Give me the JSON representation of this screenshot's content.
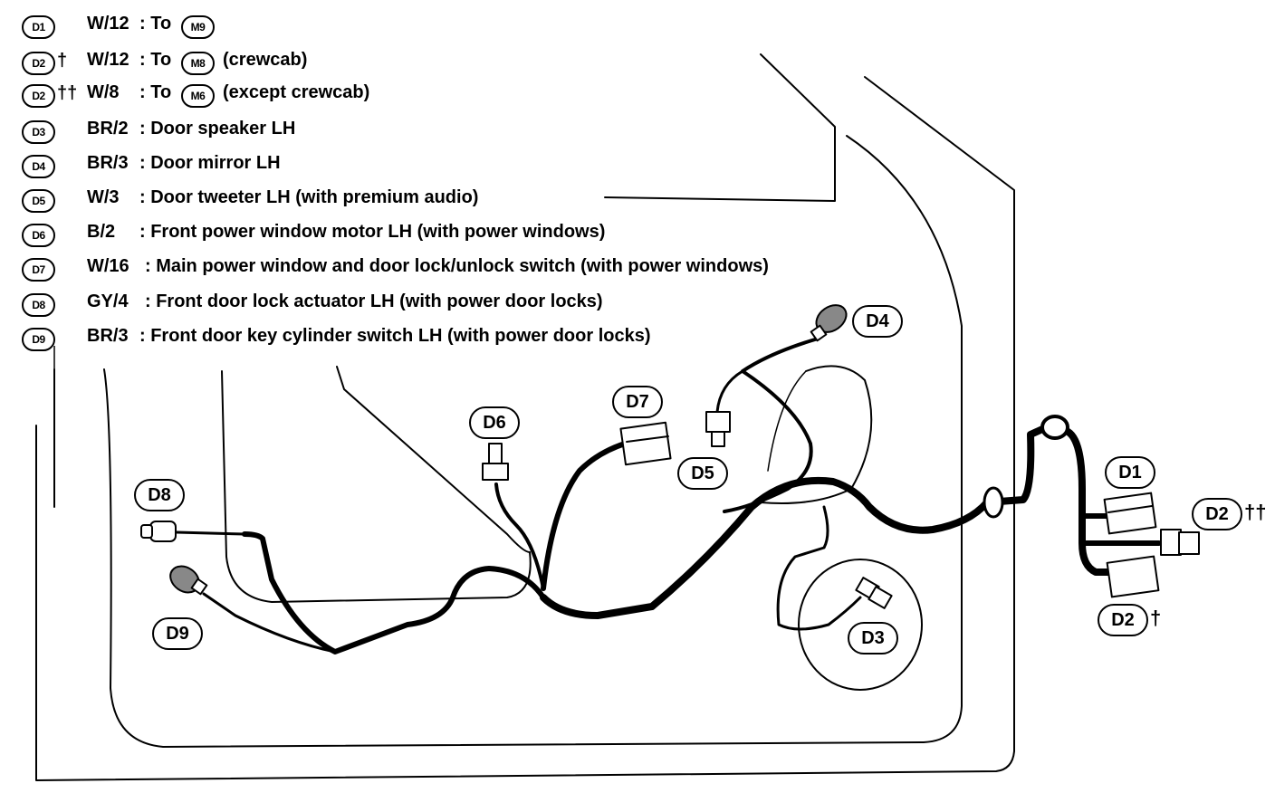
{
  "legend": [
    {
      "id": "D1",
      "mark": "",
      "code": "W/12",
      "desc": ": To",
      "ref": "M9",
      "suffix": ""
    },
    {
      "id": "D2",
      "mark": "†",
      "code": "W/12",
      "desc": ": To",
      "ref": "M8",
      "suffix": "(crewcab)"
    },
    {
      "id": "D2",
      "mark": "††",
      "code": "W/8",
      "desc": ": To",
      "ref": "M6",
      "suffix": "(except crewcab)"
    },
    {
      "id": "D3",
      "mark": "",
      "code": "BR/2",
      "desc": ": Door speaker LH",
      "ref": "",
      "suffix": ""
    },
    {
      "id": "D4",
      "mark": "",
      "code": "BR/3",
      "desc": ": Door mirror LH",
      "ref": "",
      "suffix": ""
    },
    {
      "id": "D5",
      "mark": "",
      "code": "W/3",
      "desc": ": Door tweeter LH (with premium audio)",
      "ref": "",
      "suffix": ""
    },
    {
      "id": "D6",
      "mark": "",
      "code": "B/2",
      "desc": ": Front power window motor LH (with power windows)",
      "ref": "",
      "suffix": ""
    },
    {
      "id": "D7",
      "mark": "",
      "code": "W/16",
      "desc": ": Main power window and door lock/unlock switch (with power windows)",
      "ref": "",
      "suffix": ""
    },
    {
      "id": "D8",
      "mark": "",
      "code": "GY/4",
      "desc": ": Front door lock actuator LH (with power door locks)",
      "ref": "",
      "suffix": ""
    },
    {
      "id": "D9",
      "mark": "",
      "code": "BR/3",
      "desc": ": Front door key cylinder switch LH (with power door locks)",
      "ref": "",
      "suffix": ""
    }
  ],
  "callouts": {
    "d1": {
      "label": "D1",
      "mark": ""
    },
    "d2a": {
      "label": "D2",
      "mark": "††"
    },
    "d2b": {
      "label": "D2",
      "mark": "†"
    },
    "d3": {
      "label": "D3",
      "mark": ""
    },
    "d4": {
      "label": "D4",
      "mark": ""
    },
    "d5": {
      "label": "D5",
      "mark": ""
    },
    "d6": {
      "label": "D6",
      "mark": ""
    },
    "d7": {
      "label": "D7",
      "mark": ""
    },
    "d8": {
      "label": "D8",
      "mark": ""
    },
    "d9": {
      "label": "D9",
      "mark": ""
    }
  }
}
